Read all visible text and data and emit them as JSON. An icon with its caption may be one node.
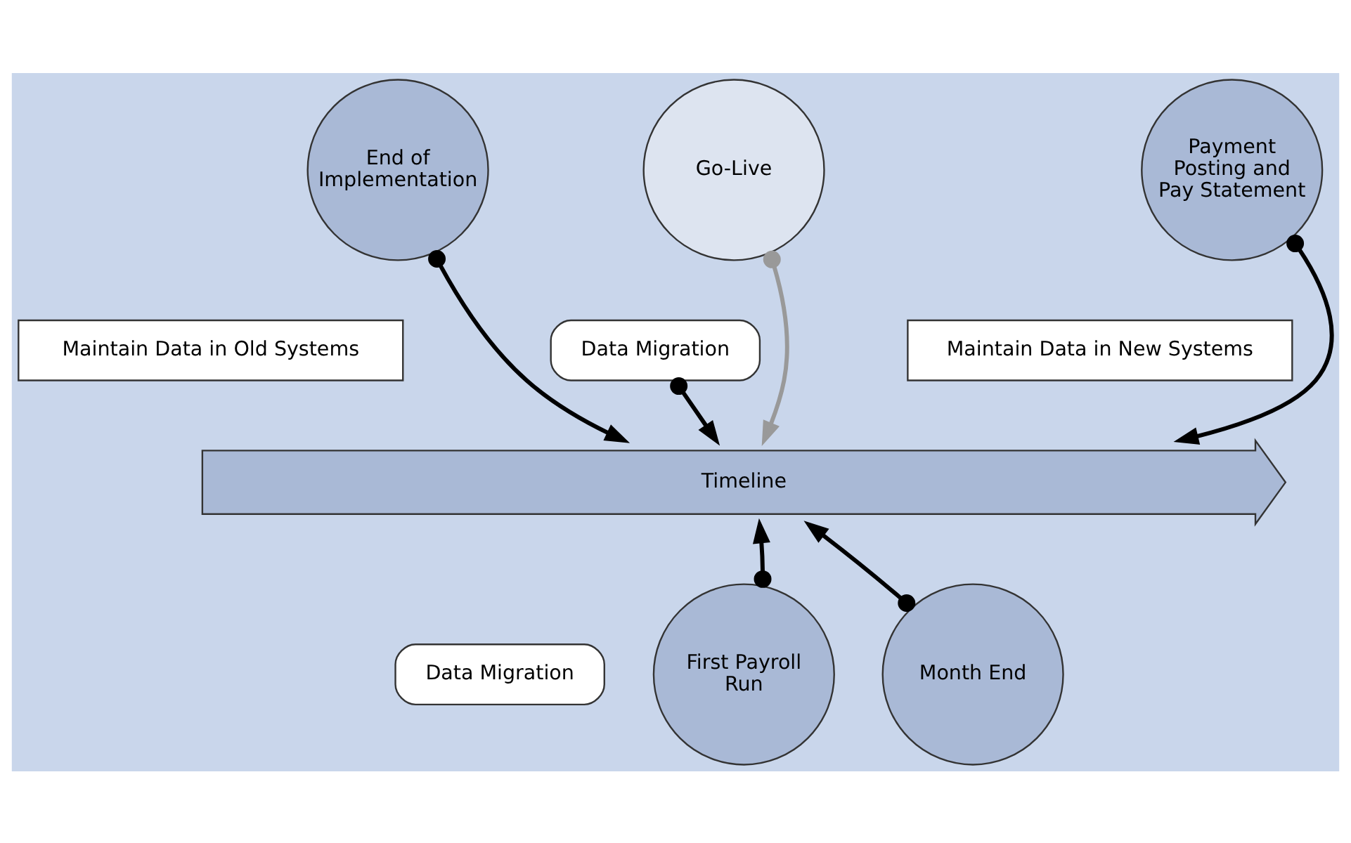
{
  "diagram": {
    "nodes": [
      {
        "text": [
          "End of Implementation"
        ]
      },
      {
        "text": [
          "Go-Live"
        ]
      },
      {
        "text": [
          "Payment Posting and Pay Statement"
        ]
      },
      {
        "text": [
          "Data Migration"
        ]
      },
      {
        "text": [
          "Maintain Data in Old Systems"
        ]
      },
      {
        "text": [
          "Maintain Data in New Systems"
        ]
      },
      {
        "text": [
          "Timeline"
        ]
      },
      {
        "text": [
          "Data Migration"
        ]
      },
      {
        "text": [
          "First Payroll Run"
        ]
      },
      {
        "text": [
          "Month End"
        ]
      }
    ],
    "edges": [
      {
        "from": 0,
        "to": 6,
        "arrow": "to"
      },
      {
        "from": 3,
        "to": 6,
        "arrow": "to"
      },
      {
        "from": 1,
        "to": 6,
        "arrow": "to",
        "color": "#999999"
      },
      {
        "from": 2,
        "to": 6,
        "arrow": "to"
      },
      {
        "from": 8,
        "to": 6,
        "arrow": "to"
      },
      {
        "from": 9,
        "to": 6,
        "arrow": "to"
      }
    ]
  }
}
